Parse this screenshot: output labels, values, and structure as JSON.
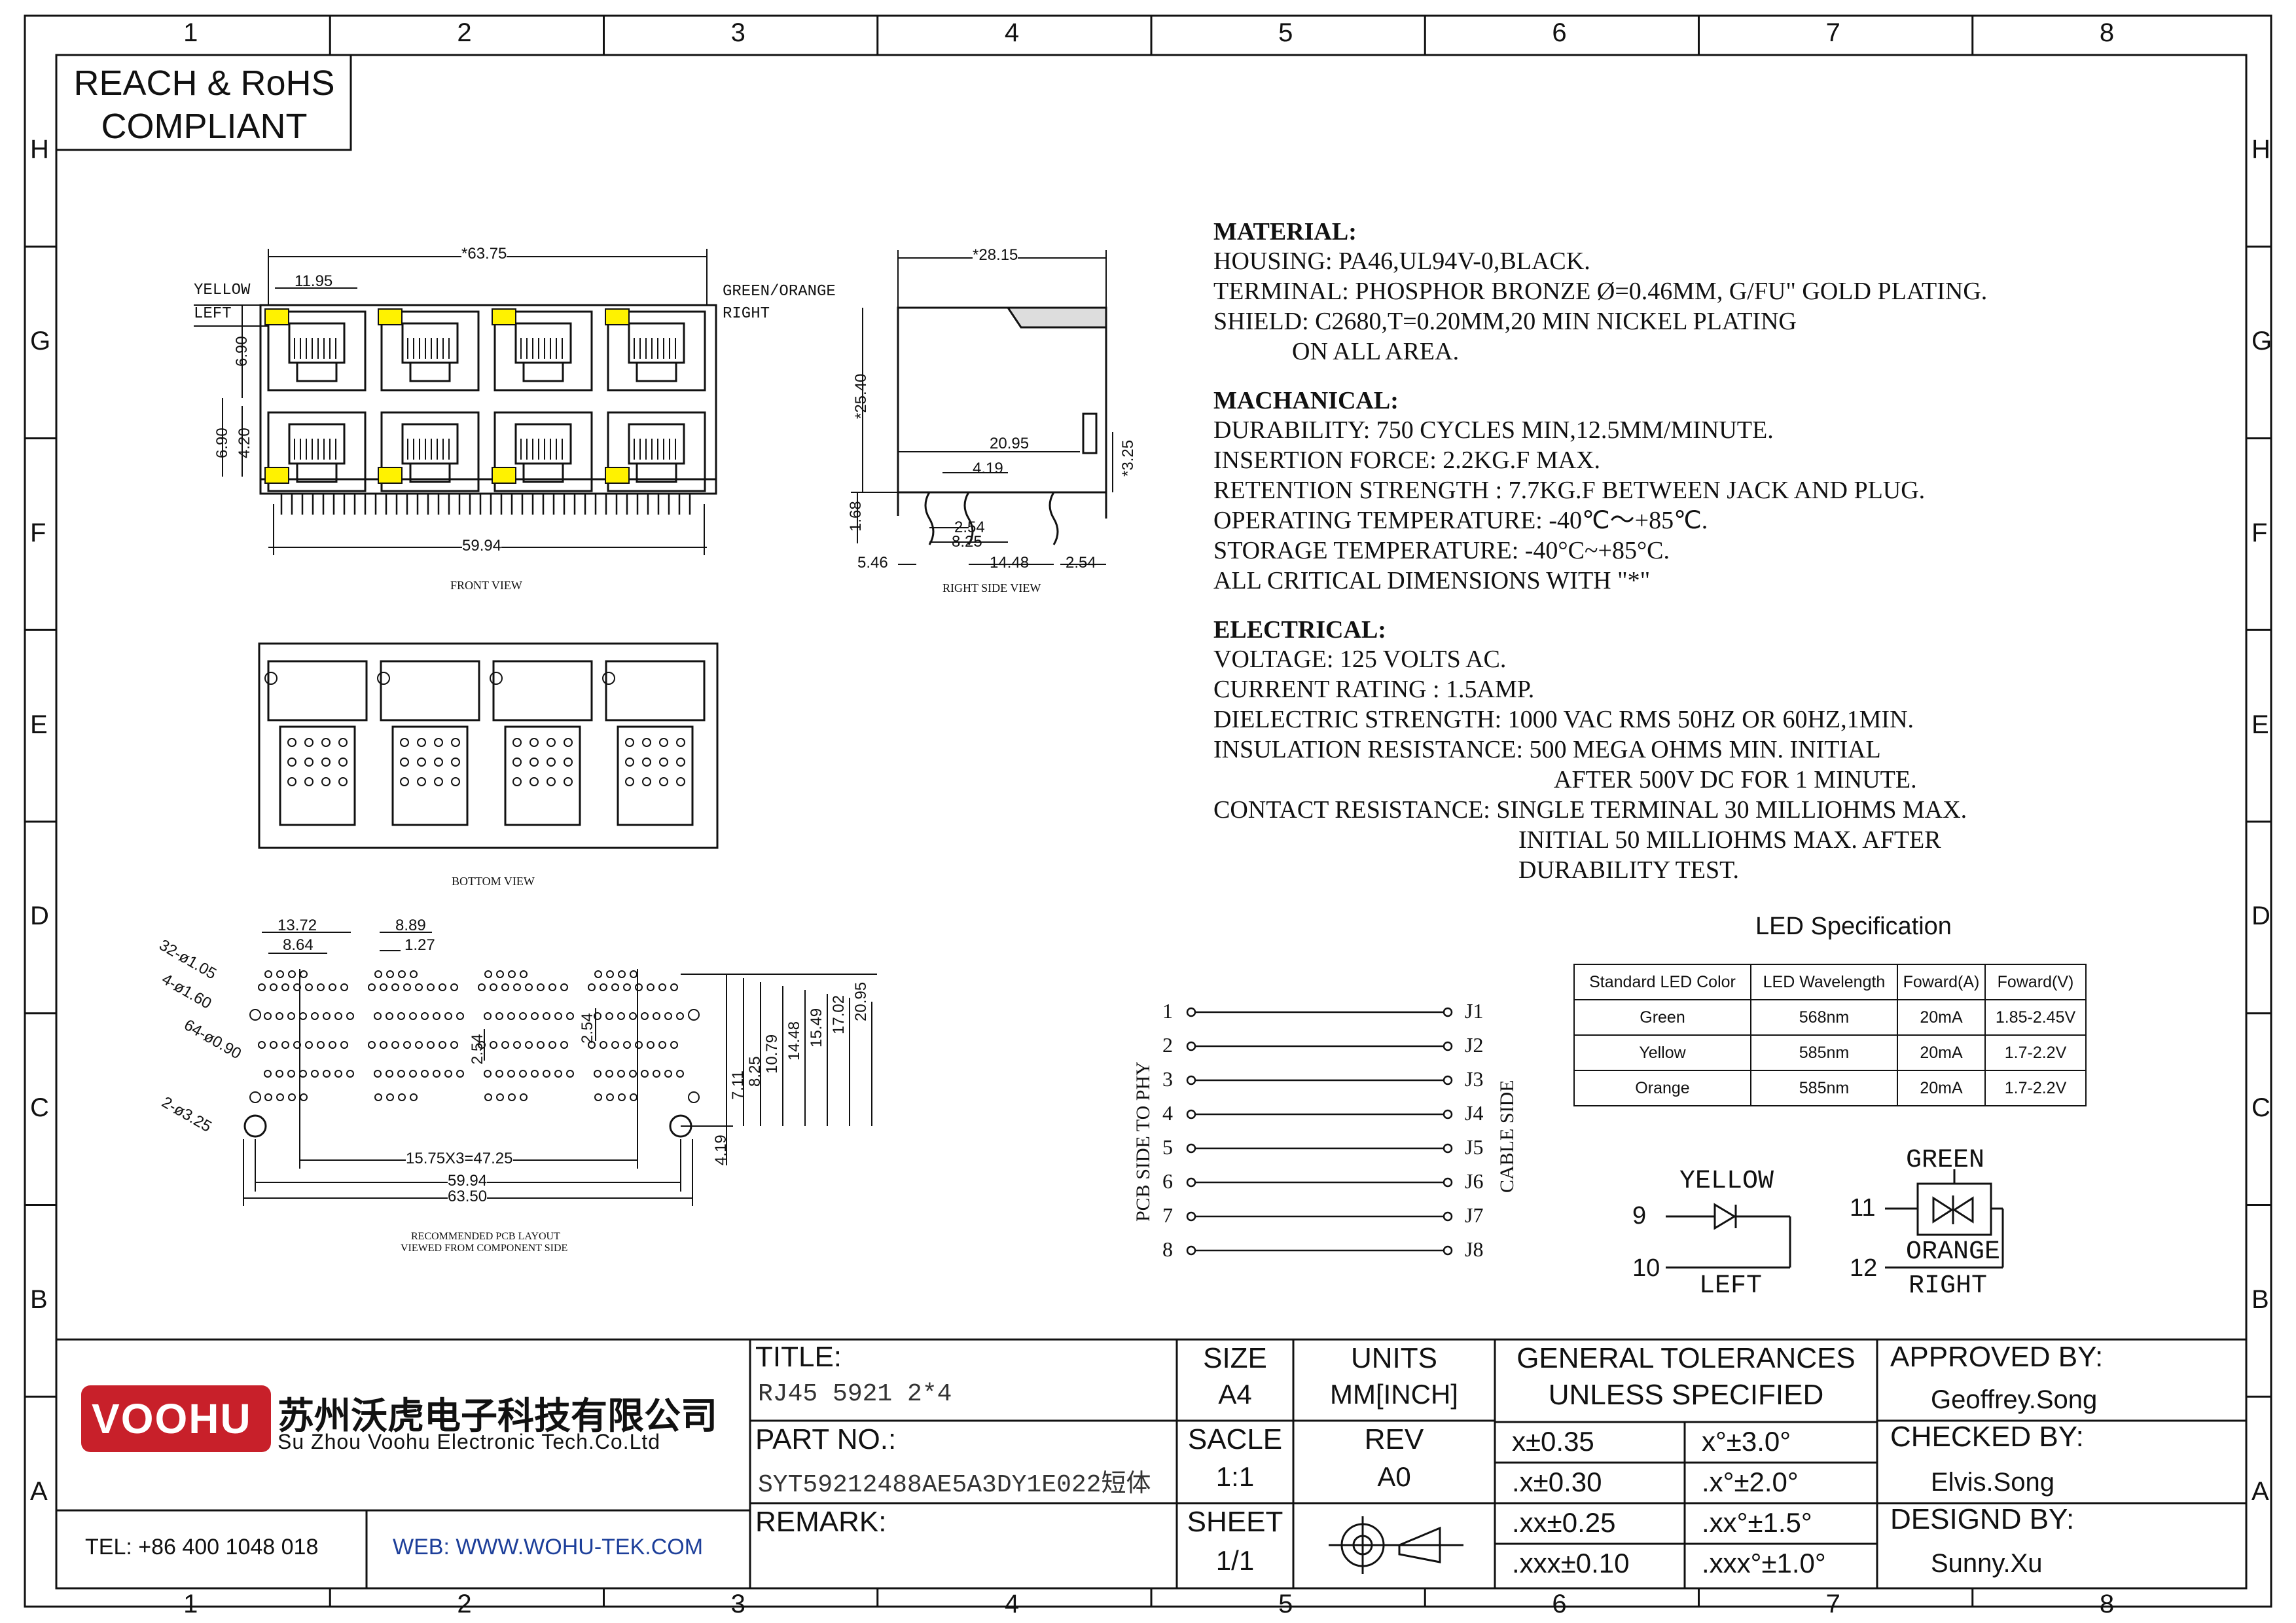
{
  "colors": {
    "line": "#111111",
    "led_yellow": "#fff200",
    "brand_red": "#c8202a"
  },
  "border": {
    "columns": [
      "1",
      "2",
      "3",
      "4",
      "5",
      "6",
      "7",
      "8"
    ],
    "rows": [
      "H",
      "G",
      "F",
      "E",
      "D",
      "C",
      "B",
      "A"
    ]
  },
  "compliance": {
    "line1": "REACH & RoHS",
    "line2": "COMPLIANT"
  },
  "front_view": {
    "caption": "FRONT VIEW",
    "yellow_label": "YELLOW",
    "left_label": "LEFT",
    "green_label": "GREEN/ORANGE",
    "right_label": "RIGHT",
    "dims": {
      "width": "*63.75",
      "pitch": "11.95",
      "upper": "6.90",
      "lower_a": "6.90",
      "lower_b": "4.20",
      "base": "59.94"
    }
  },
  "right_view": {
    "caption": "RIGHT SIDE VIEW",
    "dims": {
      "depth": "*28.15",
      "height": "*25.40",
      "d1": "20.95",
      "d2": "4.19",
      "d3": "*3.25",
      "d4": "1.68",
      "d5": "2.54",
      "d6": "8.25",
      "d7": "5.46",
      "d8": "14.48",
      "d9": "2.54"
    }
  },
  "bottom_view": {
    "caption": "BOTTOM VIEW"
  },
  "pcb_layout": {
    "caption1": "RECOMMENDED PCB LAYOUT",
    "caption2": "VIEWED FROM COMPONENT SIDE",
    "dims": {
      "h1": "13.72",
      "h2": "8.64",
      "h3": "8.89",
      "h4": "1.27",
      "holes1": "32-ø1.05",
      "holes2": "4-ø1.60",
      "holes3": "64-ø0.90",
      "holes4": "2-ø3.25",
      "v1": "2.54",
      "v2": "2.54",
      "b1": "15.75X3=47.25",
      "b2": "59.94",
      "b3": "63.50",
      "r1": "4.19",
      "r2": "7.11",
      "r3": "8.25",
      "r4": "10.79",
      "r5": "14.48",
      "r6": "15.49",
      "r7": "17.02",
      "r8": "20.95"
    }
  },
  "pinout": {
    "left_label": "PCB SIDE TO PHY",
    "right_label": "CABLE SIDE",
    "left_pins": [
      "1",
      "2",
      "3",
      "4",
      "5",
      "6",
      "7",
      "8"
    ],
    "right_pins": [
      "J1",
      "J2",
      "J3",
      "J4",
      "J5",
      "J6",
      "J7",
      "J8"
    ]
  },
  "spec": {
    "material_head": "MATERIAL:",
    "material": [
      "HOUSING: PA46,UL94V-0,BLACK.",
      "TERMINAL: PHOSPHOR BRONZE Ø=0.46MM, G/FU\" GOLD PLATING.",
      "SHIELD: C2680,T=0.20MM,20 MIN NICKEL PLATING",
      "ON ALL AREA."
    ],
    "mechanical_head": "MACHANICAL:",
    "mechanical": [
      "DURABILITY: 750 CYCLES MIN,12.5MM/MINUTE.",
      "INSERTION FORCE: 2.2KG.F MAX.",
      "RETENTION STRENGTH : 7.7KG.F BETWEEN JACK AND PLUG.",
      "OPERATING TEMPERATURE: -40℃～+85℃.",
      "STORAGE TEMPERATURE: -40°C~+85°C.",
      "ALL CRITICAL DIMENSIONS WITH \"*\""
    ],
    "electrical_head": "ELECTRICAL:",
    "electrical": [
      "VOLTAGE: 125 VOLTS AC.",
      "CURRENT RATING : 1.5AMP.",
      "DIELECTRIC STRENGTH: 1000 VAC RMS 50HZ OR 60HZ,1MIN.",
      "INSULATION RESISTANCE: 500 MEGA OHMS MIN. INITIAL",
      "AFTER 500V DC FOR 1 MINUTE.",
      "CONTACT RESISTANCE: SINGLE TERMINAL 30 MILLIOHMS MAX.",
      "INITIAL 50 MILLIOHMS MAX. AFTER",
      "DURABILITY TEST."
    ]
  },
  "led_spec": {
    "title": "LED Specification",
    "headers": [
      "Standard LED Color",
      "LED Wavelength",
      "Foward(A)",
      "Foward(V)"
    ],
    "rows": [
      [
        "Green",
        "568nm",
        "20mA",
        "1.85-2.45V"
      ],
      [
        "Yellow",
        "585nm",
        "20mA",
        "1.7-2.2V"
      ],
      [
        "Orange",
        "585nm",
        "20mA",
        "1.7-2.2V"
      ]
    ]
  },
  "led_schematic": {
    "yellow": "YELLOW",
    "left": "LEFT",
    "pin9": "9",
    "pin10": "10",
    "green": "GREEN",
    "orange": "ORANGE",
    "right": "RIGHT",
    "pin11": "11",
    "pin12": "12"
  },
  "title_block": {
    "company_cn": "苏州沃虎电子科技有限公司",
    "company_en": "Su Zhou Voohu Electronic Tech.Co.Ltd",
    "logo": "VOOHU",
    "tel": "TEL: +86 400 1048 018",
    "web": "WEB: WWW.WOHU-TEK.COM",
    "title_label": "TITLE:",
    "title_value": "RJ45 5921 2*4",
    "part_label": "PART NO.:",
    "part_value": "SYT59212488AE5A3DY1E022短体",
    "remark_label": "REMARK:",
    "size_label": "SIZE",
    "size_value": "A4",
    "units_label": "UNITS",
    "units_value": "MM[INCH]",
    "scale_label": "SACLE",
    "scale_value": "1:1",
    "rev_label": "REV",
    "rev_value": "A0",
    "sheet_label": "SHEET",
    "sheet_value": "1/1",
    "tol_head1": "GENERAL TOLERANCES",
    "tol_head2": "UNLESS SPECIFIED",
    "tolerances": [
      [
        "x±0.35",
        "x°±3.0°"
      ],
      [
        ".x±0.30",
        ".x°±2.0°"
      ],
      [
        ".xx±0.25",
        ".xx°±1.5°"
      ],
      [
        ".xxx±0.10",
        ".xxx°±1.0°"
      ]
    ],
    "approved_label": "APPROVED BY:",
    "approved_value": "Geoffrey.Song",
    "checked_label": "CHECKED BY:",
    "checked_value": "Elvis.Song",
    "designed_label": "DESIGND BY:",
    "designed_value": "Sunny.Xu"
  }
}
